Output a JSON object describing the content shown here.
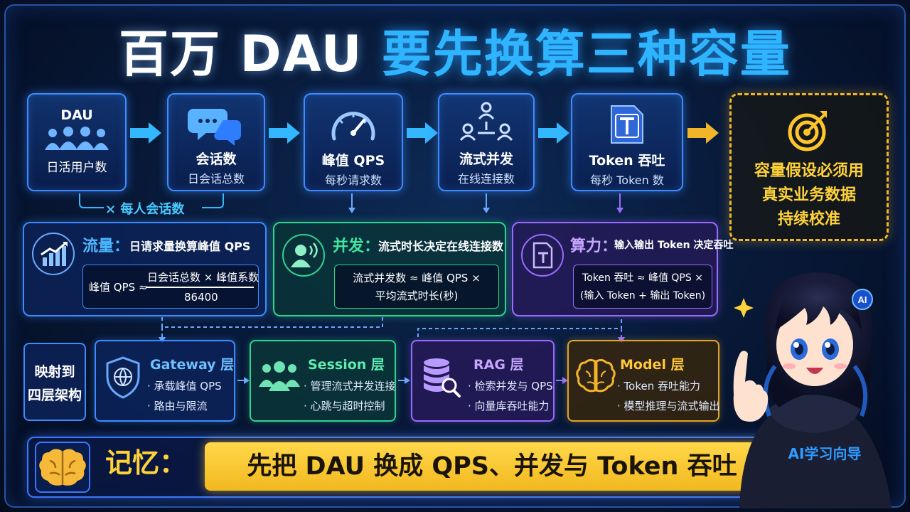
{
  "title": {
    "part1": "百万 DAU",
    "part2": "要先换算三种容量"
  },
  "flow": [
    {
      "title": "DAU",
      "sub": "日活用户数",
      "icon": "users-icon"
    },
    {
      "title": "会话数",
      "sub": "日会话总数",
      "icon": "chat-icon"
    },
    {
      "title": "峰值 QPS",
      "sub": "每秒请求数",
      "icon": "speedometer-icon"
    },
    {
      "title": "流式并发",
      "sub": "在线连接数",
      "icon": "network-icon"
    },
    {
      "title": "Token 吞吐",
      "sub": "每秒 Token 数",
      "icon": "token-icon"
    }
  ],
  "multiplier": "× 每人会话数",
  "conclusion": {
    "lines": [
      "容量假设必须用",
      "真实业务数据",
      "持续校准"
    ],
    "icon": "target-icon"
  },
  "panels": [
    {
      "label": "流量：",
      "desc": "日请求量换算峰值 QPS",
      "formula_left": "峰值 QPS ≈",
      "numerator": "日会话总数 × 峰值系数",
      "denominator": "86400",
      "icon": "chart-icon",
      "color": "#3d8bff"
    },
    {
      "label": "并发：",
      "desc": "流式时长决定在线连接数",
      "formula_line1": "流式并发数 ≈ 峰值 QPS ×",
      "formula_line2": "平均流式时长(秒)",
      "icon": "user-voice-icon",
      "color": "#2fd48e"
    },
    {
      "label": "算力：",
      "desc": "输入输出 Token 决定吞吐",
      "formula_line1": "Token 吞吐 ≈ 峰值 QPS ×",
      "formula_line2": "(输入 Token + 输出 Token)",
      "icon": "token-doc-icon",
      "color": "#9b6bff"
    }
  ],
  "mapping_label": [
    "映射到",
    "四层架构"
  ],
  "layers": [
    {
      "title": "Gateway 层",
      "items": [
        "· 承载峰值 QPS",
        "· 路由与限流"
      ],
      "icon": "shield-globe-icon",
      "color": "#3d8bff"
    },
    {
      "title": "Session 层",
      "items": [
        "· 管理流式并发连接",
        "· 心跳与超时控制"
      ],
      "icon": "team-icon",
      "color": "#2fd48e"
    },
    {
      "title": "RAG 层",
      "items": [
        "· 检索并发与 QPS",
        "· 向量库吞吐能力"
      ],
      "icon": "database-search-icon",
      "color": "#9b6bff"
    },
    {
      "title": "Model 层",
      "items": [
        "· Token 吞吐能力",
        "· 模型推理与流式输出"
      ],
      "icon": "brain-icon",
      "color": "#e0a52a"
    }
  ],
  "memory": {
    "label": "记忆：",
    "text": "先把 DAU 换成 QPS、并发与 Token 吞吐",
    "icon": "brain-icon"
  },
  "mascot": {
    "badge": "AI",
    "shirt_text": "AI学习向导"
  }
}
